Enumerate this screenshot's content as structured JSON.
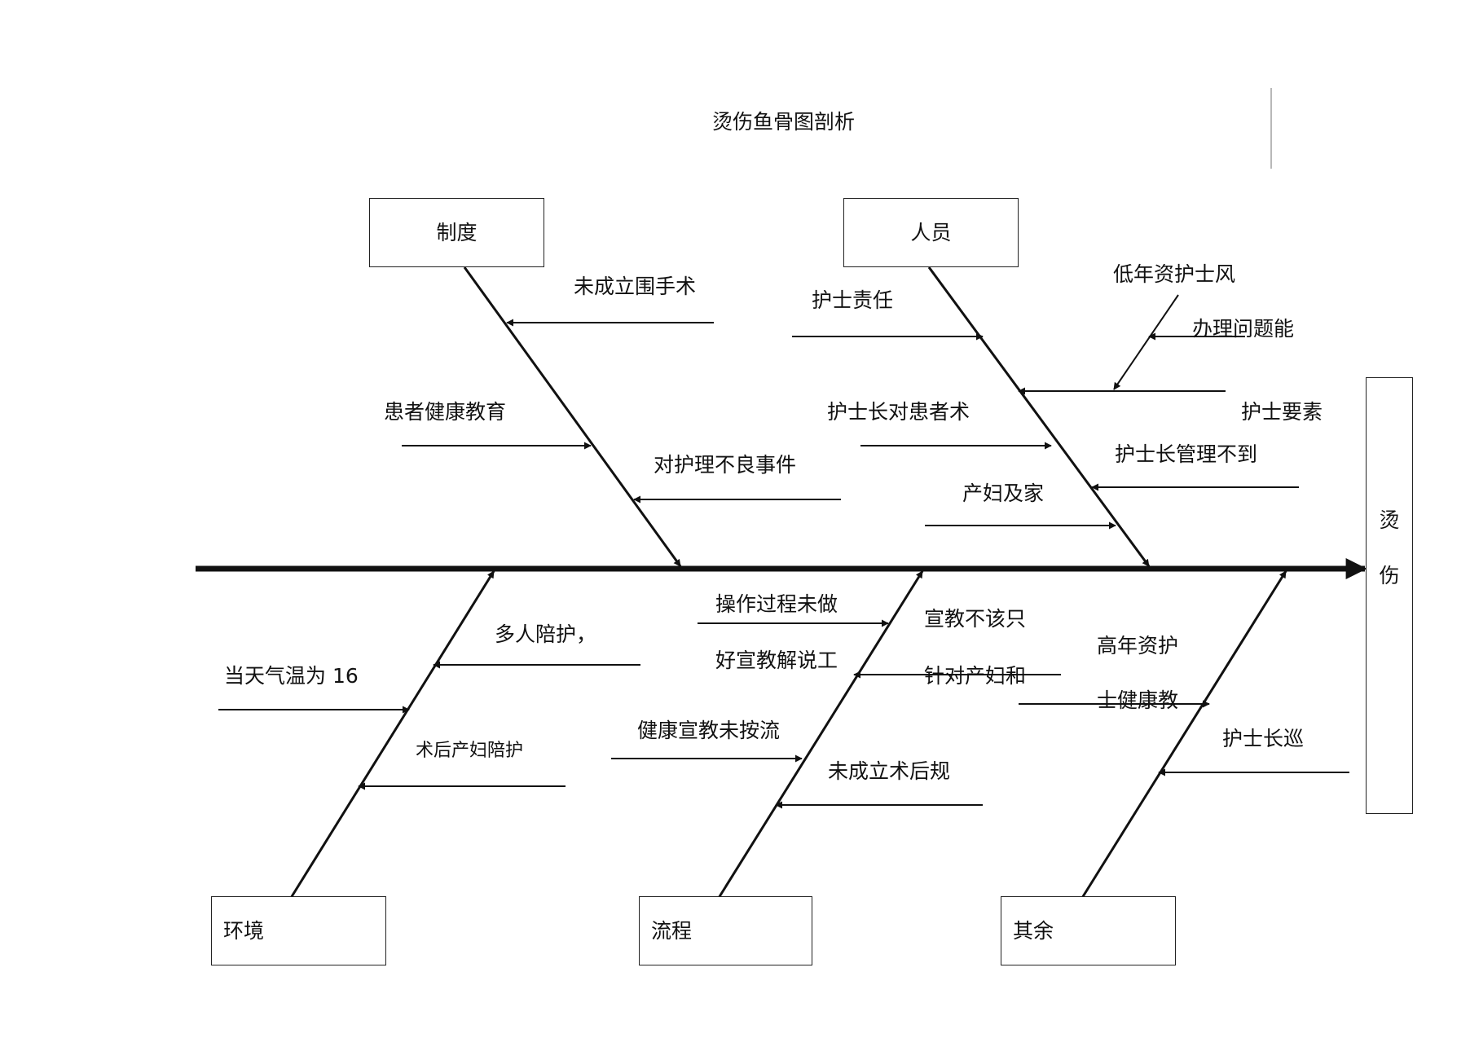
{
  "title": "烫伤鱼骨图剖析",
  "effect": {
    "char1": "烫",
    "char2": "伤"
  },
  "categories": {
    "zhidu": "制度",
    "renyuan": "人员",
    "huanjing": "环境",
    "liucheng": "流程",
    "qiyu": "其余"
  },
  "causes": {
    "zhidu": [
      "未成立围手术",
      "患者健康教育",
      "对护理不良事件"
    ],
    "renyuan": [
      "护士责任",
      "低年资护士风",
      "办理问题能",
      "护士长对患者术",
      "护士要素",
      "护士长管理不到",
      "产妇及家"
    ],
    "huanjing": [
      "多人陪护，",
      "当天气温为  16",
      "术后产妇陪护"
    ],
    "liucheng": [
      "操作过程未做",
      "宣教不该只",
      "好宣教解说工",
      "针对产妇和",
      "健康宣教未按流",
      "未成立术后规"
    ],
    "qiyu": [
      "高年资护",
      "士健康教",
      "护士长巡"
    ]
  },
  "colors": {
    "line": "#111111",
    "frame": "#222222",
    "background": "#ffffff"
  }
}
